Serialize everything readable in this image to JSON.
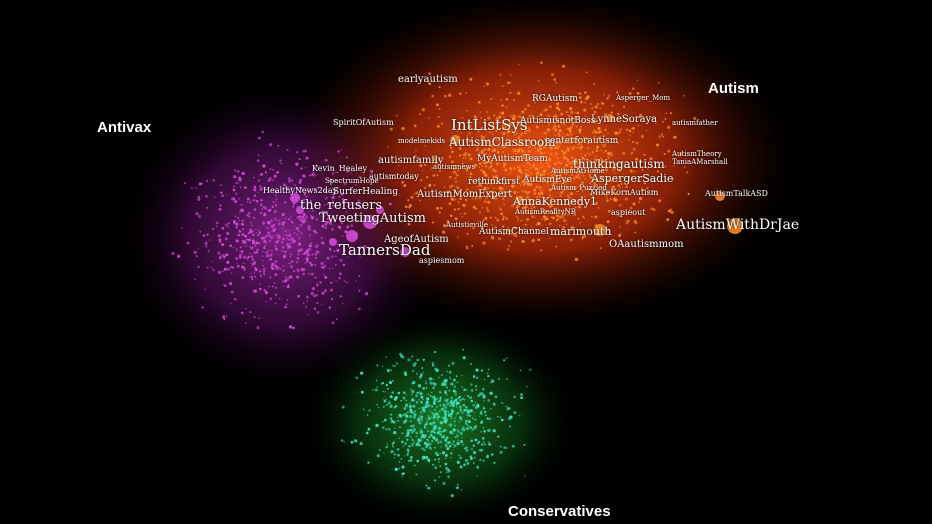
{
  "colors": {
    "autism": "#ff8a2a",
    "autism_glow": "#d63b10",
    "antivax": "#d24ad6",
    "antivax_glow": "#8a1e8e",
    "conservatives": "#3fe0c0",
    "conservatives_glow": "#1f8a2e"
  },
  "clusters": {
    "autism": "Autism",
    "antivax": "Antivax",
    "conservatives": "Conservatives"
  },
  "node_labels": {
    "autism_with_dr_jae": "AutismWithDrJae",
    "intlistsys": "IntListSys",
    "autism_classroom": "AutismClassroom",
    "the_refusers": "the_refusers",
    "tweeting_autism": "TweetingAutism",
    "tanners_dad": "TannersDad",
    "age_of_autism": "AgeofAutism",
    "anna_kennedy": "AnnaKennedy1",
    "autism_mom_expert": "AutismMomExpert",
    "thinking_autism": "thinkingautism",
    "asperger_sadie": "AspergerSadie",
    "marimouth": "marimouth",
    "autism_channel": "AutismChannel",
    "my_autism_team": "MyAutismTeam",
    "rethink_first": "rethinkfirst",
    "autism_eye": "AutismEye",
    "early_autism": "earlyautism",
    "rg_autism": "RGAutism",
    "lynne_soraya": "LynneSoraya",
    "autism_is_not_boss": "AutismisnotBoss",
    "autism_family": "autismfamily",
    "autism_today": "autismtoday",
    "center_for_autism": "centerforautism",
    "spirit_of_autism": "SpiritOfAutism",
    "healthy_news": "HealthyNews2day",
    "surfer_healing": "SurferHealing",
    "spectrum_hope": "SpectrumHope",
    "autism_talk_asd": "AutismTalkASD",
    "oa_autism_mom": "OAautismmom",
    "mike_korn": "MikeKornAutism",
    "aspies_mom": "aspiesmom",
    "kevin_healey": "Kevin_Healey",
    "model_kids": "modelmekids",
    "autism_puzzled": "Autism_Puzzled",
    "autism_reality": "AutismRealityNB",
    "autism_at_home": "AutismAtHome",
    "asperger_mom": "Asperger_Mom",
    "autism_father": "autismfather",
    "autism_theory": "AutismTheory",
    "tania_marshall": "TaniaAMarshall",
    "autisticville": "Autisticville",
    "aspie_out": "aspieout",
    "autism_news": "autismnews"
  }
}
